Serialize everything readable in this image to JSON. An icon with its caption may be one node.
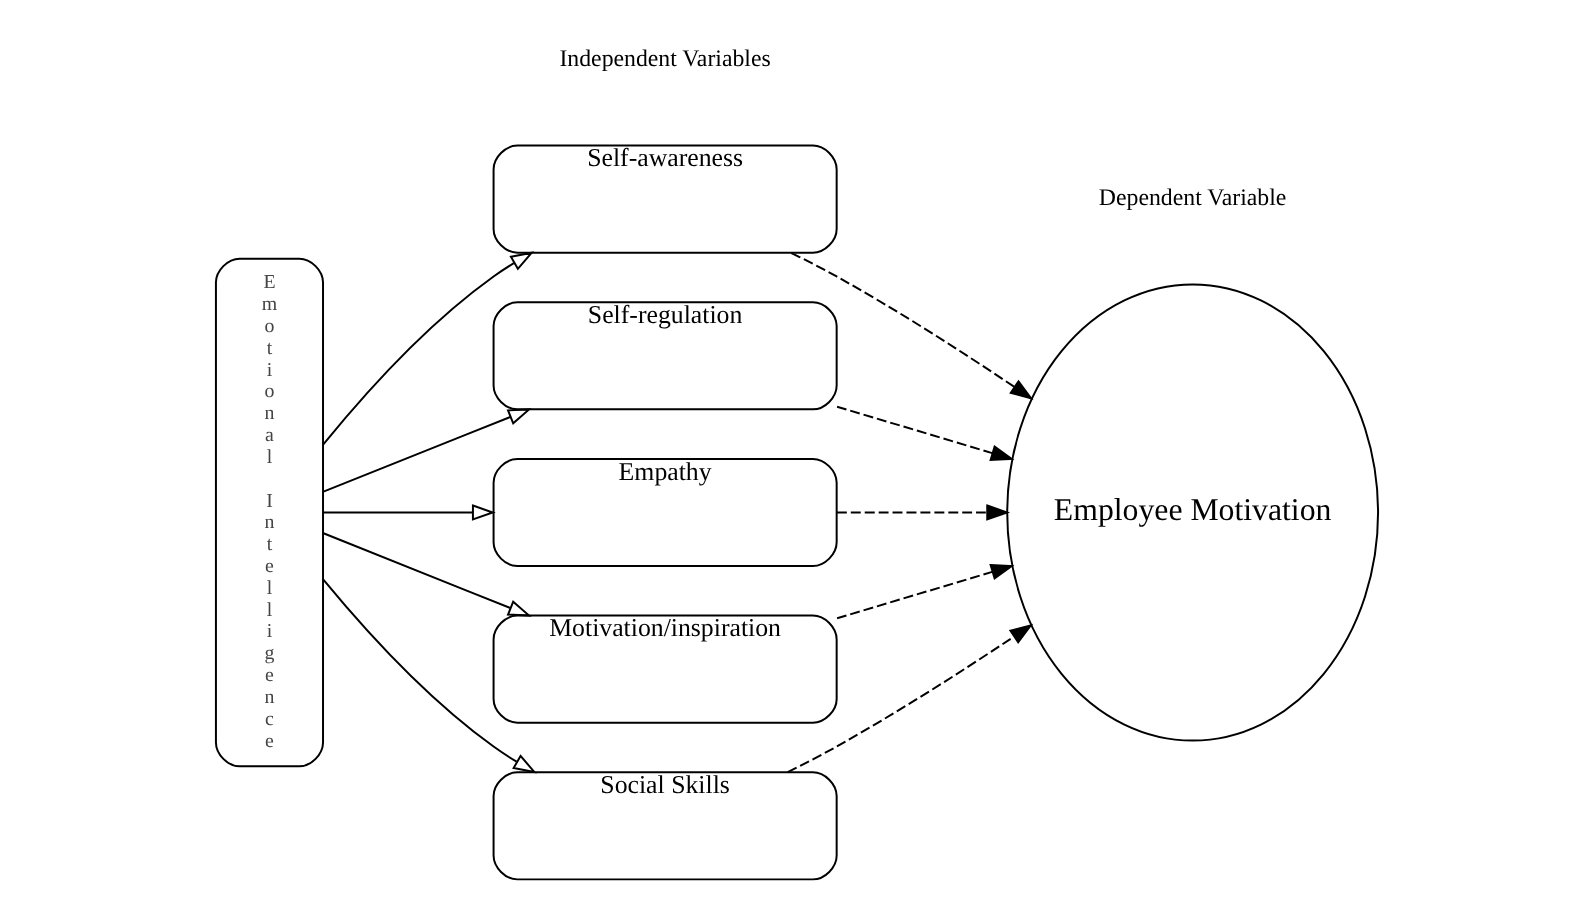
{
  "diagram": {
    "nodes": [
      {
        "text": [
          "Emotional Intelligence"
        ]
      },
      {
        "text": [
          "Self-awareness"
        ]
      },
      {
        "text": [
          "Self-regulation"
        ]
      },
      {
        "text": [
          "Empathy"
        ]
      },
      {
        "text": [
          "Motivation/inspiration"
        ]
      },
      {
        "text": [
          "Social Skills"
        ]
      },
      {
        "text": [
          "Employee Motivation"
        ]
      }
    ],
    "edges": [
      {
        "from": 0,
        "to": 1,
        "arrow": "to"
      },
      {
        "from": 0,
        "to": 2,
        "arrow": "to"
      },
      {
        "from": 0,
        "to": 3,
        "arrow": "to"
      },
      {
        "from": 0,
        "to": 4,
        "arrow": "to"
      },
      {
        "from": 0,
        "to": 5,
        "arrow": "to"
      },
      {
        "from": 1,
        "to": 6,
        "arrow": "to",
        "style": "dashed"
      },
      {
        "from": 2,
        "to": 6,
        "arrow": "to",
        "style": "dashed"
      },
      {
        "from": 3,
        "to": 6,
        "arrow": "to",
        "style": "dashed"
      },
      {
        "from": 4,
        "to": 6,
        "arrow": "to",
        "style": "dashed"
      },
      {
        "from": 5,
        "to": 6,
        "arrow": "to",
        "style": "dashed"
      }
    ],
    "labels": [
      "Independent Variables",
      "Dependent Variable"
    ]
  }
}
